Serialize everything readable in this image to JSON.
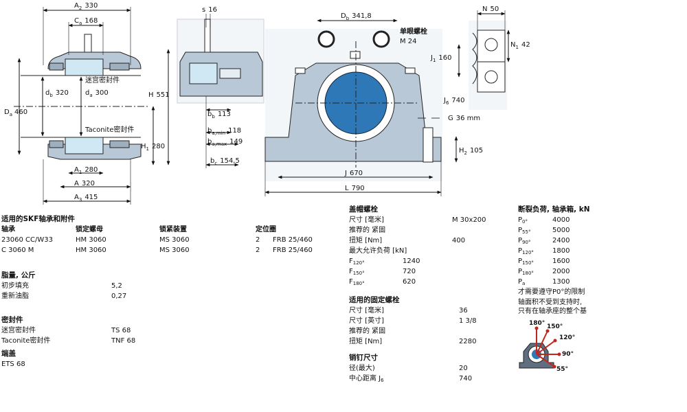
{
  "drawing_labels": {
    "a2": "A",
    "a2_sub": "2",
    "a2_val": "330",
    "ca": "C",
    "ca_sub": "a",
    "ca_val": "168",
    "db": "d",
    "db_sub": "b",
    "db_val": "320",
    "da": "d",
    "da_sub": "a",
    "da_val": "300",
    "Da": "D",
    "Da_sub": "a",
    "Da_val": "460",
    "h": "H",
    "h_val": "551",
    "h1": "H",
    "h1_sub": "1",
    "h1_val": "280",
    "a1": "A",
    "a1_sub": "1",
    "a1_val": "280",
    "a": "A",
    "a_val": "320",
    "a3": "A",
    "a3_sub": "3",
    "a3_val": "415",
    "labyrinth": "迷宫密封件",
    "taconite": "Taconite密封件",
    "s": "s",
    "s_val": "16",
    "bb": "b",
    "bb_sub": "b",
    "bb_val": "113",
    "bamin": "b",
    "bamin_sub": "a,min",
    "bamin_val": "118",
    "bamax": "b",
    "bamax_sub": "a,max",
    "bamax_val": "149",
    "bc": "b",
    "bc_sub": "c",
    "bc_val": "154,5",
    "Db": "D",
    "Db_sub": "b",
    "Db_val": "341,8",
    "eyebolt": "单眼螺栓",
    "eyebolt_size": "M 24",
    "j1": "J",
    "j1_sub": "1",
    "j1_val": "160",
    "n": "N",
    "n_val": "50",
    "n1": "N",
    "n1_sub": "1",
    "n1_val": "42",
    "j6": "J",
    "j6_sub": "6",
    "j6_val": "740",
    "g": "G",
    "g_val": "36 mm",
    "h2": "H",
    "h2_sub": "2",
    "h2_val": "105",
    "j": "J",
    "j_val": "670",
    "l": "L",
    "l_val": "790"
  },
  "suitable": {
    "heading": "适用的SKF轴承和附件",
    "col_bearing": "轴承",
    "col_locknut": "锁定螺母",
    "col_lockdevice": "锁紧装置",
    "col_locating": "定位圈",
    "rows": [
      {
        "bearing": "23060 CC/W33",
        "nut": "HM 3060",
        "device": "MS 3060",
        "qty": "2",
        "ring": "FRB 25/460"
      },
      {
        "bearing": "C 3060 M",
        "nut": "HM 3060",
        "device": "MS 3060",
        "qty": "2",
        "ring": "FRB 25/460"
      }
    ]
  },
  "grease": {
    "heading": "脂量, 公斤",
    "initial_label": "初步填充",
    "initial_val": "5,2",
    "relub_label": "重新油脂",
    "relub_val": "0,27"
  },
  "seals": {
    "heading": "密封件",
    "lab_label": "迷宫密封件",
    "lab_val": "TS 68",
    "tac_label": "Taconite密封件",
    "tac_val": "TNF 68"
  },
  "endcover": {
    "heading": "端盖",
    "val": "ETS 68"
  },
  "capbolts": {
    "heading": "盖帽螺栓",
    "size_label": "尺寸 [毫米]",
    "size_val": "M 30x200",
    "torque_label1": "推荐的 紧固",
    "torque_label2": "扭矩 [Nm]",
    "torque_val": "400",
    "maxload_label": "最大允许负荷 [kN]",
    "f120": "F",
    "f120_sub": "120°",
    "f120_val": "1240",
    "f150": "F",
    "f150_sub": "150°",
    "f150_val": "720",
    "f180": "F",
    "f180_sub": "180°",
    "f180_val": "620"
  },
  "fixbolts": {
    "heading": "适用的固定螺栓",
    "mm_label": "尺寸 [毫米]",
    "mm_val": "36",
    "inch_label": "尺寸 [英寸]",
    "inch_val": "1 3/8",
    "torque_label1": "推荐的 紧固",
    "torque_label2": "扭矩 [Nm]",
    "torque_val": "2280"
  },
  "dowel": {
    "heading": "销钉尺寸",
    "dia_label": "径(最大)",
    "dia_val": "20",
    "dist_label": "中心距离 J",
    "dist_sub": "6",
    "dist_val": "740"
  },
  "breaking": {
    "heading": "断裂负荷, 轴承箱, kN",
    "items": [
      {
        "p": "P",
        "sub": "0°",
        "val": "4000"
      },
      {
        "p": "P",
        "sub": "55°",
        "val": "5000"
      },
      {
        "p": "P",
        "sub": "90°",
        "val": "2400"
      },
      {
        "p": "P",
        "sub": "120°",
        "val": "1800"
      },
      {
        "p": "P",
        "sub": "150°",
        "val": "1600"
      },
      {
        "p": "P",
        "sub": "180°",
        "val": "2000"
      },
      {
        "p": "P",
        "sub": "a",
        "val": "1300"
      }
    ],
    "note1": "才需要遵守P0°的限制",
    "note2": "轴面积不受到支持时,",
    "note3": "只有在轴承座的整个基",
    "angles": [
      "180°",
      "150°",
      "120°",
      "90°",
      "55°"
    ]
  }
}
